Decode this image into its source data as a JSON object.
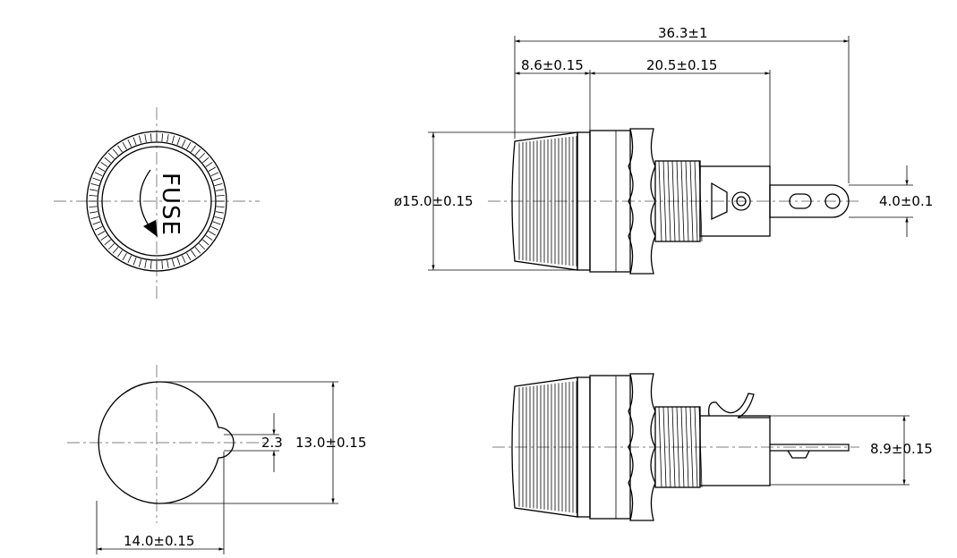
{
  "dimensions": {
    "overall_length": "36.3±1",
    "cap_length": "8.6±0.15",
    "body_length": "20.5±0.15",
    "diameter": "ø15.0±0.15",
    "terminal_width": "4.0±0.1",
    "cutout_width": "2.3",
    "cutout_height": "13.0±0.15",
    "cutout_diameter": "14.0±0.15",
    "bracket_height": "8.9±0.15"
  },
  "cap_label": "FUSE",
  "colors": {
    "line": "#000000",
    "background": "#ffffff",
    "centerline": "#555555"
  }
}
